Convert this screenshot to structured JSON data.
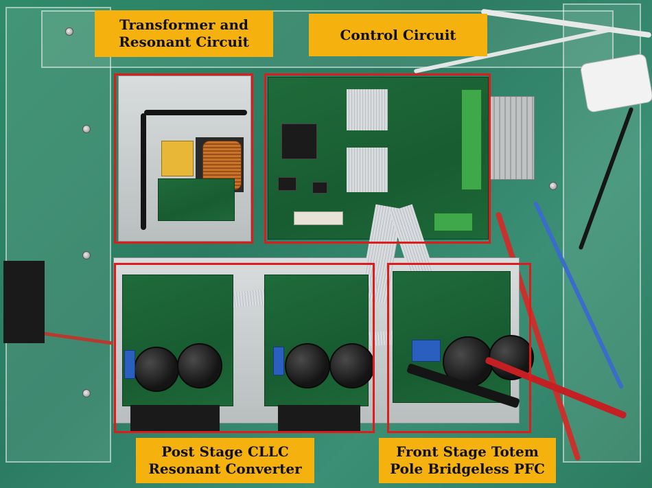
{
  "labels": {
    "transformer": {
      "line1": "Transformer and",
      "line2": "Resonant Circuit"
    },
    "control": {
      "line1": "Control Circuit"
    },
    "post_stage": {
      "line1": "Post Stage CLLC",
      "line2": "Resonant Converter"
    },
    "front_stage": {
      "line1": "Front Stage Totem",
      "line2": "Pole Bridgeless PFC"
    }
  },
  "colors": {
    "label_background": "#f5b20f",
    "highlight_box": "#e01b1b",
    "pcb": "#1f6b3a",
    "background": "#2f8a6a"
  }
}
